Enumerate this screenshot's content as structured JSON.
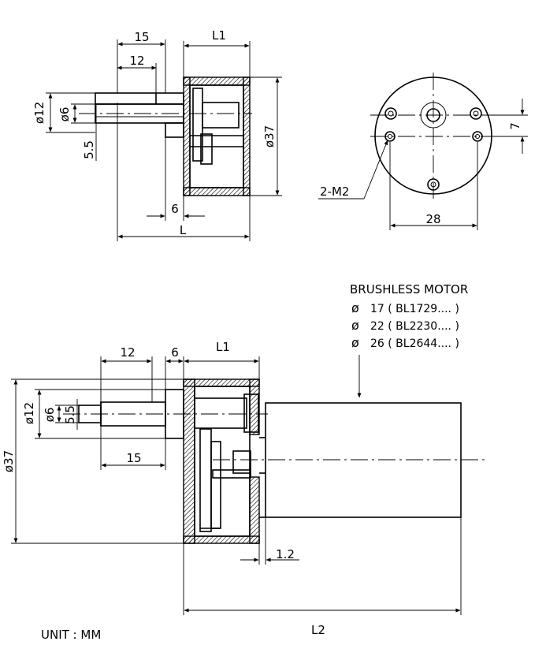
{
  "top_side_view": {
    "dim_15": "15",
    "dim_12": "12",
    "dim_L1": "L1",
    "dim_dia12": "ø12",
    "dim_dia6": "ø6",
    "dim_5_5": "5.5",
    "dim_dia37": "ø37",
    "dim_6": "6",
    "dim_L": "L"
  },
  "front_view": {
    "dim_7": "7",
    "dim_28": "28",
    "mount_holes": "2-M2"
  },
  "motor_callout": {
    "title": "BRUSHLESS MOTOR",
    "options": [
      {
        "symbol": "ø",
        "text": "17 ( BL1729.... )"
      },
      {
        "symbol": "ø",
        "text": "22 ( BL2230.... )"
      },
      {
        "symbol": "ø",
        "text": "26 ( BL2644.... )"
      }
    ]
  },
  "assembly_view": {
    "dim_12": "12",
    "dim_6": "6",
    "dim_L1": "L1",
    "dim_dia12": "ø12",
    "dim_dia6": "ø6",
    "dim_5_5": "5.5",
    "dim_15": "15",
    "dim_dia37": "ø37",
    "dim_1_2": "1.2",
    "dim_L2": "L2"
  },
  "unit_note": "UNIT : MM"
}
